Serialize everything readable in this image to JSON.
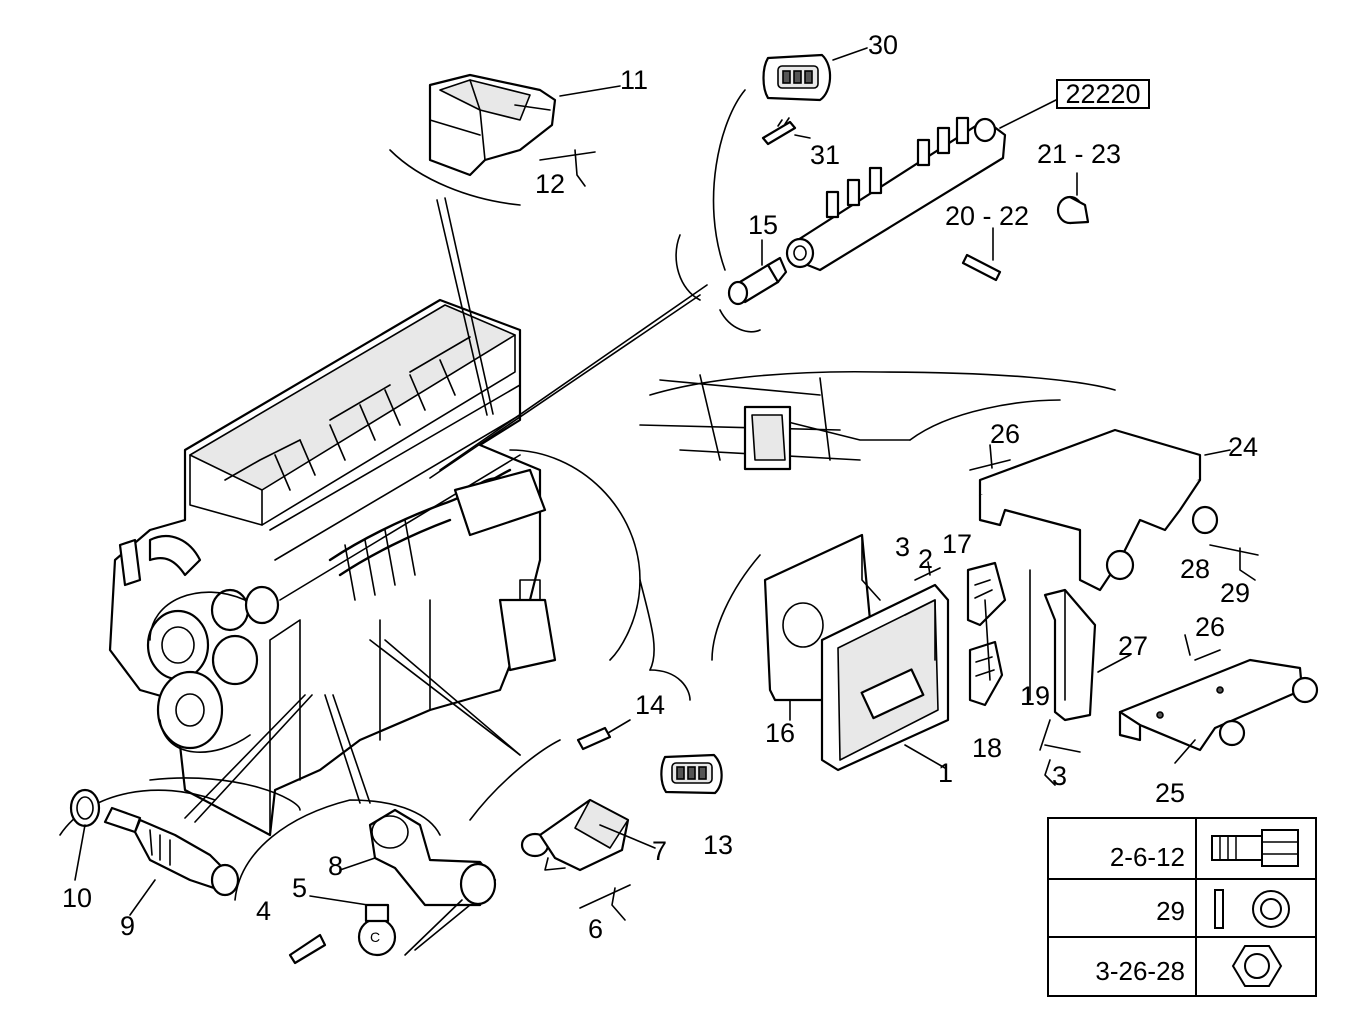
{
  "reference_box": "22220",
  "callouts": {
    "c1": "1",
    "c2": "2",
    "c3a": "3",
    "c3b": "3",
    "c4": "4",
    "c5": "5",
    "c6": "6",
    "c7": "7",
    "c8": "8",
    "c9": "9",
    "c10": "10",
    "c11": "11",
    "c12": "12",
    "c13": "13",
    "c14": "14",
    "c15": "15",
    "c16": "16",
    "c17": "17",
    "c18": "18",
    "c19": "19",
    "c20_22": "20 - 22",
    "c21_23": "21 - 23",
    "c24": "24",
    "c25": "25",
    "c26a": "26",
    "c26b": "26",
    "c27": "27",
    "c28": "28",
    "c29": "29",
    "c30": "30",
    "c31": "31"
  },
  "legend": [
    {
      "label": "2-6-12",
      "icon": "bolt-icon"
    },
    {
      "label": "29",
      "icon": "washer-icon"
    },
    {
      "label": "3-26-28",
      "icon": "hex-nut-icon"
    }
  ]
}
